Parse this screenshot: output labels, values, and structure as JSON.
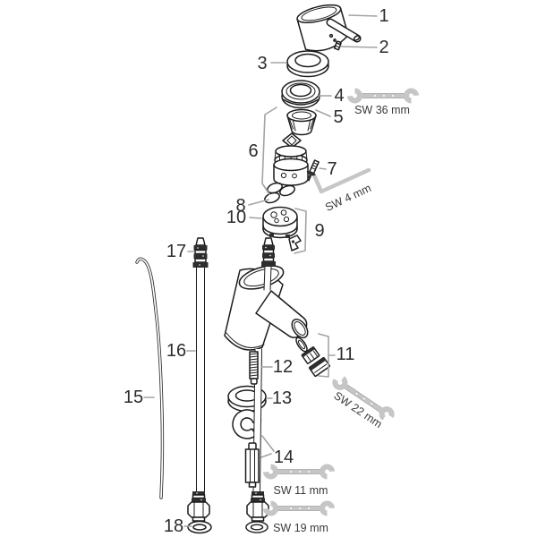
{
  "figure": {
    "type": "exploded-parts-diagram",
    "background_color": "#ffffff",
    "line_color": "#1c1c1c",
    "leader_color": "#a3a3a3",
    "tool_color": "#c6c6c6",
    "callouts": {
      "c1": "1",
      "c2": "2",
      "c3": "3",
      "c4": "4",
      "c5": "5",
      "c6": "6",
      "c7": "7",
      "c8": "8",
      "c9": "9",
      "c10": "10",
      "c11": "11",
      "c12": "12",
      "c13": "13",
      "c14": "14",
      "c15": "15",
      "c16": "16",
      "c17": "17",
      "c18": "18"
    },
    "tools": {
      "sw36": "SW 36 mm",
      "sw4": "SW 4 mm",
      "sw22": "SW 22 mm",
      "sw11": "SW 11 mm",
      "sw19": "SW 19 mm"
    }
  }
}
